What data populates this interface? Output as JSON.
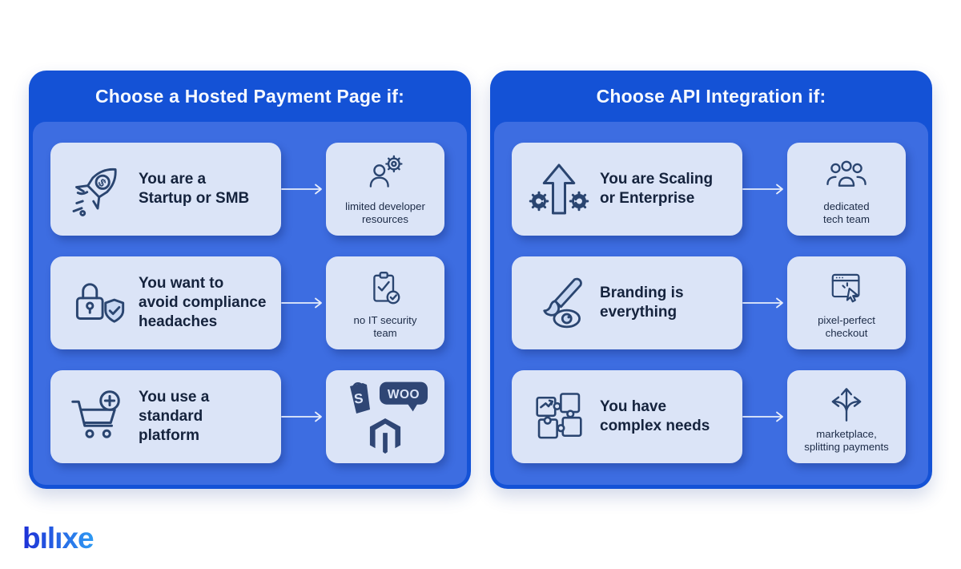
{
  "colors": {
    "header_blue": "#1452d6",
    "body_blue": "#3d6de1",
    "card_bg": "#dbe4f7",
    "icon_stroke": "#2a4570",
    "label_text": "#15233d",
    "caption_text": "#1c2b47",
    "platform_logo_fill": "#2f4675",
    "connector_arrow": "#e8eefc",
    "title_text": "#f6f9ff",
    "logo_gradient_start": "#1d2fd6",
    "logo_gradient_end": "#2f9bf3"
  },
  "panels": [
    {
      "title": "Choose a Hosted Payment Page if:",
      "rows": [
        {
          "label": "You are a\nStartup or SMB",
          "icon": "rocket-icon",
          "result_icon": "developer-person-gear-icon",
          "caption": "limited developer\nresources"
        },
        {
          "label": "You want to\navoid compliance\nheadaches",
          "icon": "lock-shield-icon",
          "result_icon": "clipboard-check-icon",
          "caption": "no IT security\nteam"
        },
        {
          "label": "You use a\nstandard\nplatform",
          "icon": "cart-plus-icon",
          "result_icon": "platform-logos",
          "caption": ""
        }
      ]
    },
    {
      "title": "Choose API Integration if:",
      "rows": [
        {
          "label": "You are Scaling\nor Enterprise",
          "icon": "scale-up-gears-icon",
          "result_icon": "tech-team-people-icon",
          "caption": "dedicated\ntech team"
        },
        {
          "label": "Branding is\neverything",
          "icon": "paintbrush-eye-icon",
          "result_icon": "browser-cursor-icon",
          "caption": "pixel-perfect\ncheckout"
        },
        {
          "label": "You have\ncomplex needs",
          "icon": "puzzle-pieces-icon",
          "result_icon": "branching-arrows-icon",
          "caption": "marketplace,\nsplitting payments"
        }
      ]
    }
  ],
  "platform_logos": {
    "shopify_letter": "S",
    "woo_label": "WOO",
    "magento": "magento-logo"
  },
  "rocket_symbol": "$",
  "logo": {
    "text": "bılıxe"
  }
}
